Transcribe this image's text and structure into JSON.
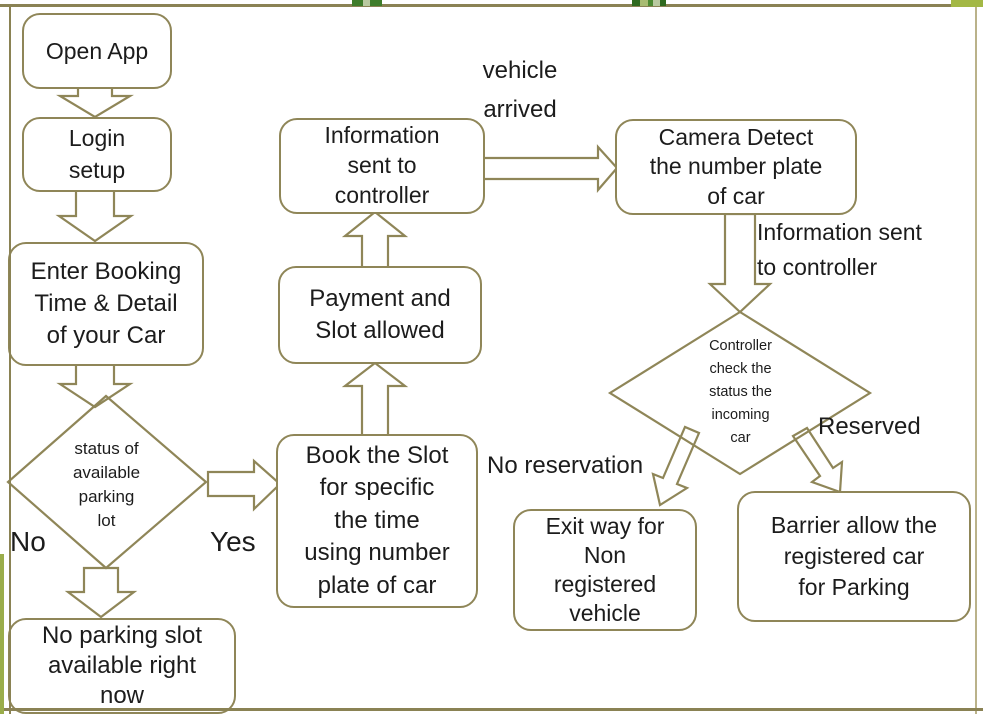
{
  "nodes": {
    "open_app": {
      "label": "Open App"
    },
    "login_setup": {
      "label": "Login\nsetup"
    },
    "enter_booking": {
      "label": "Enter Booking\nTime & Detail\nof your Car"
    },
    "status_decision": {
      "label": "status of\navailable\nparking\nlot"
    },
    "no_parking": {
      "label": "No parking slot\navailable right\nnow"
    },
    "book_slot": {
      "label": "Book the Slot\nfor specific\nthe time\nusing number\nplate of car"
    },
    "payment": {
      "label": "Payment and\nSlot allowed"
    },
    "info_controller": {
      "label": "Information\nsent to\ncontroller"
    },
    "camera_detect": {
      "label": "Camera Detect\nthe number plate\nof car"
    },
    "controller_decision": {
      "label": "Controller\ncheck the\nstatus the\nincoming\ncar"
    },
    "exit_way": {
      "label": "Exit way for\nNon\nregistered\nvehicle"
    },
    "barrier_allow": {
      "label": "Barrier allow the\nregistered car\nfor Parking"
    }
  },
  "edge_labels": {
    "no": "No",
    "yes": "Yes",
    "vehicle_arrived": "vehicle\narrived",
    "info_sent": "Information sent\nto controller",
    "no_reservation": "No reservation",
    "reserved": "Reserved"
  },
  "colors": {
    "shape_outline": "#8f8658",
    "text": "#1c1c1c",
    "frame_olive": "#8a8254",
    "frame_light_edge": "#bab28a",
    "accent_green_bar": "#9aad4a",
    "accent_dark_green": "#3f7d2b",
    "accent_light_green": "#a3b845"
  }
}
